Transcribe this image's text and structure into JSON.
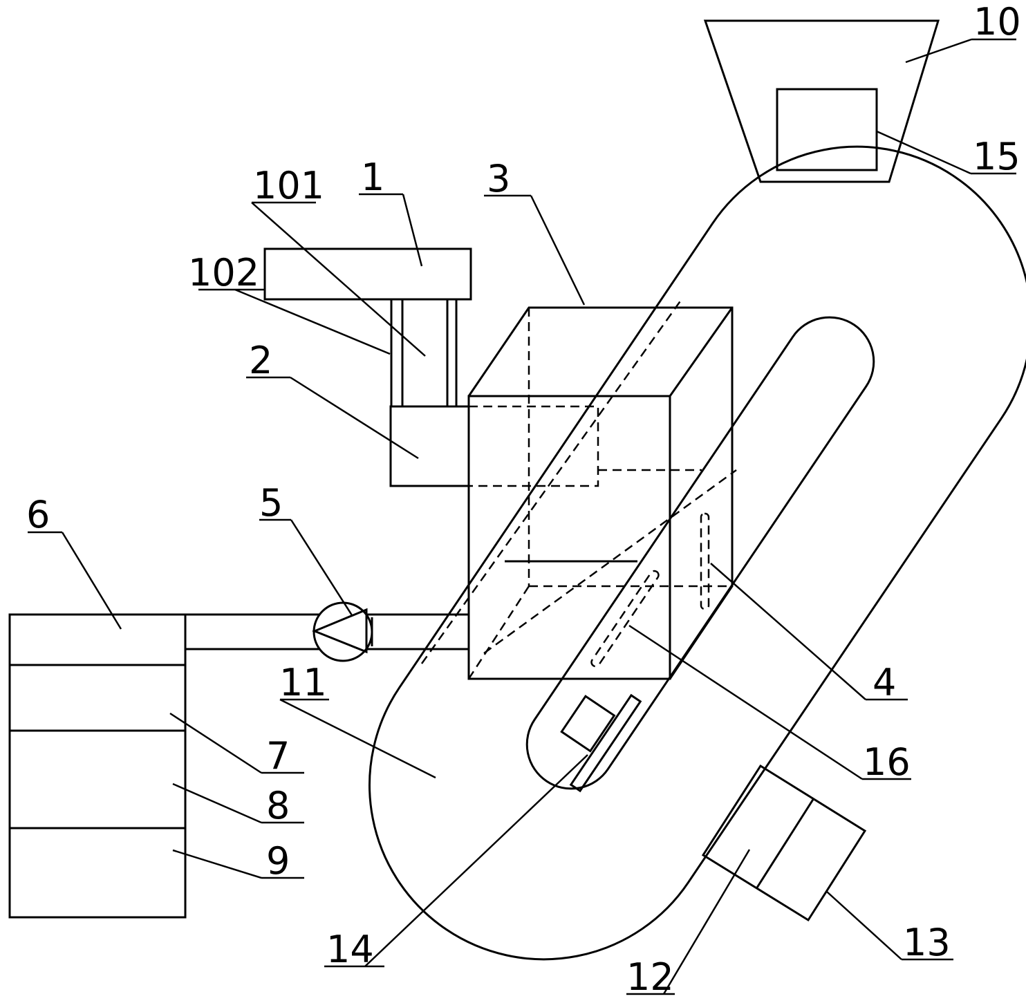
{
  "labels": {
    "l1": "1",
    "l101": "101",
    "l102": "102",
    "l2": "2",
    "l3": "3",
    "l4": "4",
    "l5": "5",
    "l6": "6",
    "l7": "7",
    "l8": "8",
    "l9": "9",
    "l10": "10",
    "l11": "11",
    "l12": "12",
    "l13": "13",
    "l14": "14",
    "l15": "15",
    "l16": "16"
  }
}
